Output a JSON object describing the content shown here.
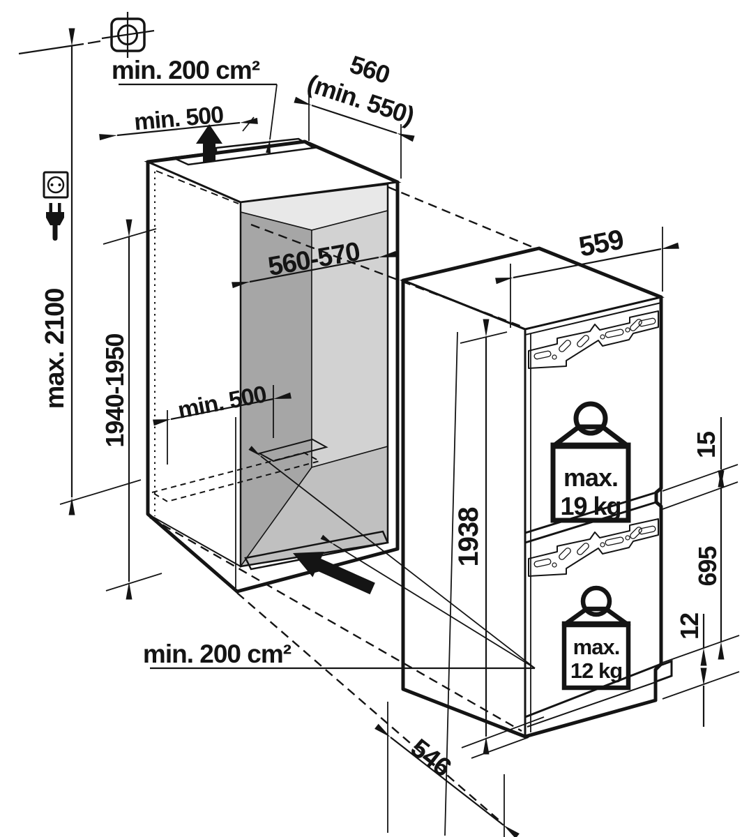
{
  "diagram": {
    "kind": "built-in appliance installation dimension drawing",
    "dims": {
      "vent_top": "min. 200 cm²",
      "clearance_top": "min. 500",
      "depth_top": "560",
      "depth_top_note": "(min. 550)",
      "height_max": "max. 2100",
      "niche_height": "1940-1950",
      "niche_width": "560-570",
      "clearance_floor": "min. 500",
      "appl_width": "559",
      "appl_height": "1938",
      "gap_top": "15",
      "lower_door_height": "695",
      "gap_bottom": "12",
      "vent_bottom": "min. 200 cm²",
      "appl_depth": "546",
      "load_upper_line1": "max.",
      "load_upper_line2": "19 kg",
      "load_lower_line1": "max.",
      "load_lower_line2": "12 kg"
    },
    "icons": {
      "fixing_point": "fixing-point-crosshair",
      "socket": "power-socket",
      "plug": "power-plug",
      "weight_upper": "weight-19kg",
      "weight_lower": "weight-12kg",
      "airflow_top": "air-out-arrow-up",
      "airflow_bottom": "air-in-arrow"
    },
    "colors": {
      "line": "#141414",
      "wall_side": "#a6a6a6",
      "wall_back": "#d2d2d2",
      "floor": "#c0c0c0",
      "ceiling": "#e8e8e8",
      "rail": "#e6e6e6",
      "vent_fill": "#f2f2f2"
    }
  }
}
